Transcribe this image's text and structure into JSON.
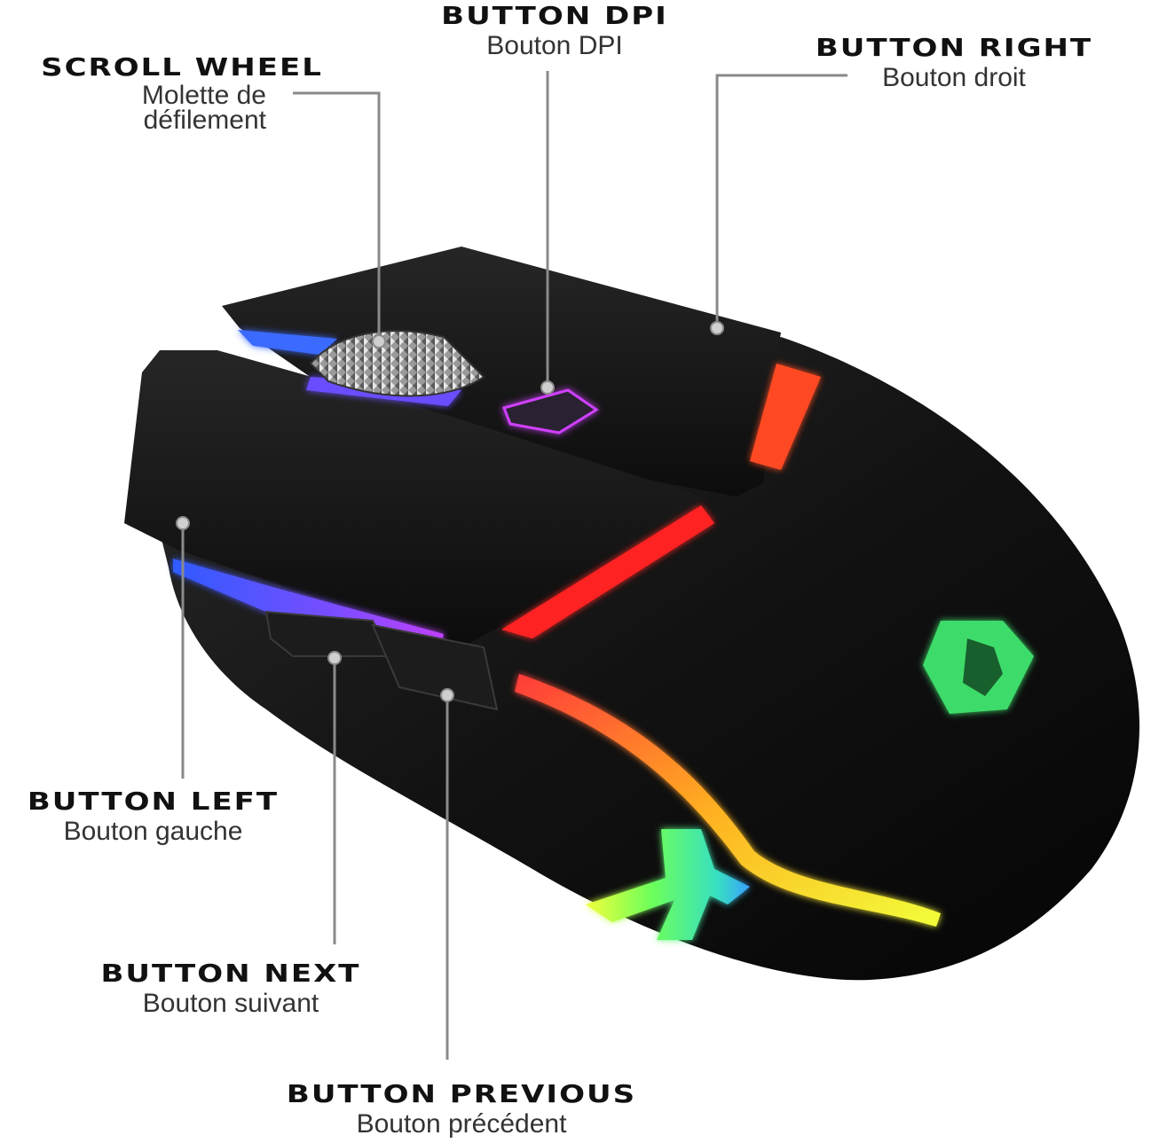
{
  "colors": {
    "line": "#8a8a8a",
    "body": "#141414",
    "rgb_blue": "#2f5bff",
    "rgb_purple": "#a040ff",
    "rgb_red": "#ff2020",
    "rgb_orange": "#ff5a1f",
    "rgb_green": "#37e07a",
    "rgb_yellow": "#f2ff3a",
    "logo": "#3ddc6a"
  },
  "callouts": {
    "scroll_wheel": {
      "en": "SCROLL WHEEL",
      "fr": "Molette de\ndéfilement"
    },
    "button_dpi": {
      "en": "BUTTON DPI",
      "fr": "Bouton DPI"
    },
    "button_right": {
      "en": "BUTTON RIGHT",
      "fr": "Bouton droit"
    },
    "button_left": {
      "en": "BUTTON LEFT",
      "fr": "Bouton gauche"
    },
    "button_next": {
      "en": "BUTTON NEXT",
      "fr": "Bouton suivant"
    },
    "button_previous": {
      "en": "BUTTON PREVIOUS",
      "fr": "Bouton précédent"
    }
  }
}
